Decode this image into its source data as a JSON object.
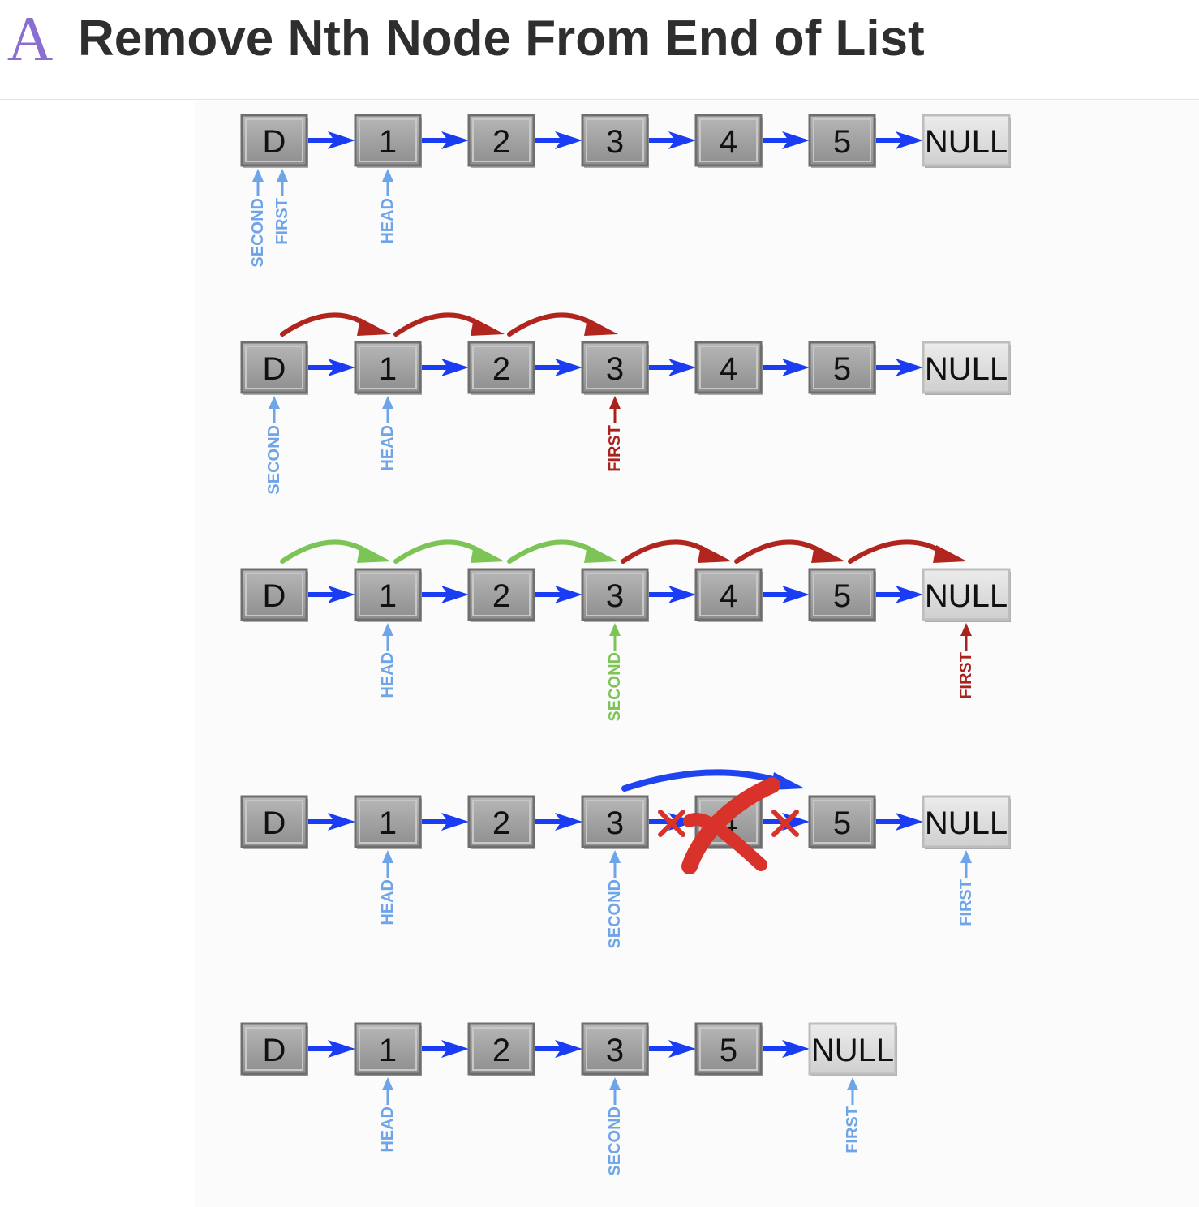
{
  "header": {
    "logo_letter": "A",
    "title": "Remove Nth Node From End of List"
  },
  "colors": {
    "link_blue": "#1a3cf2",
    "pointer_blue": "#6ea4e8",
    "pointer_red": "#a8231e",
    "pointer_green": "#7cc456",
    "move_red": "#b0261f",
    "move_green": "#7cc456",
    "relink_blue": "#1d44f0",
    "node_fill": "#9a9a9a",
    "null_fill": "#d9d9d9",
    "cross_red": "#d8322b"
  },
  "diagram": {
    "steps": [
      {
        "nodes": [
          "D",
          "1",
          "2",
          "3",
          "4",
          "5",
          "NULL"
        ],
        "pointers": [
          {
            "label": "SECOND",
            "node": 0,
            "color": "blue"
          },
          {
            "label": "FIRST",
            "node": 0,
            "color": "blue"
          },
          {
            "label": "HEAD",
            "node": 1,
            "color": "blue"
          }
        ],
        "moves": []
      },
      {
        "nodes": [
          "D",
          "1",
          "2",
          "3",
          "4",
          "5",
          "NULL"
        ],
        "pointers": [
          {
            "label": "SECOND",
            "node": 0,
            "color": "blue"
          },
          {
            "label": "HEAD",
            "node": 1,
            "color": "blue"
          },
          {
            "label": "FIRST",
            "node": 3,
            "color": "red"
          }
        ],
        "moves": [
          {
            "from": 0,
            "to": 1,
            "color": "red"
          },
          {
            "from": 1,
            "to": 2,
            "color": "red"
          },
          {
            "from": 2,
            "to": 3,
            "color": "red"
          }
        ]
      },
      {
        "nodes": [
          "D",
          "1",
          "2",
          "3",
          "4",
          "5",
          "NULL"
        ],
        "pointers": [
          {
            "label": "HEAD",
            "node": 1,
            "color": "blue"
          },
          {
            "label": "SECOND",
            "node": 3,
            "color": "green"
          },
          {
            "label": "FIRST",
            "node": 6,
            "color": "red"
          }
        ],
        "moves": [
          {
            "from": 0,
            "to": 1,
            "color": "green"
          },
          {
            "from": 1,
            "to": 2,
            "color": "green"
          },
          {
            "from": 2,
            "to": 3,
            "color": "green"
          },
          {
            "from": 3,
            "to": 4,
            "color": "red"
          },
          {
            "from": 4,
            "to": 5,
            "color": "red"
          },
          {
            "from": 5,
            "to": 6,
            "color": "red"
          }
        ]
      },
      {
        "nodes": [
          "D",
          "1",
          "2",
          "3",
          "4",
          "5",
          "NULL"
        ],
        "pointers": [
          {
            "label": "HEAD",
            "node": 1,
            "color": "blue"
          },
          {
            "label": "SECOND",
            "node": 3,
            "color": "blue"
          },
          {
            "label": "FIRST",
            "node": 6,
            "color": "blue"
          }
        ],
        "moves": [],
        "removed_node": 4,
        "relink": {
          "from": 3,
          "to": 5
        }
      },
      {
        "nodes": [
          "D",
          "1",
          "2",
          "3",
          "5",
          "NULL"
        ],
        "pointers": [
          {
            "label": "HEAD",
            "node": 1,
            "color": "blue"
          },
          {
            "label": "SECOND",
            "node": 3,
            "color": "blue"
          },
          {
            "label": "FIRST",
            "node": 5,
            "color": "blue"
          }
        ],
        "moves": []
      }
    ]
  }
}
